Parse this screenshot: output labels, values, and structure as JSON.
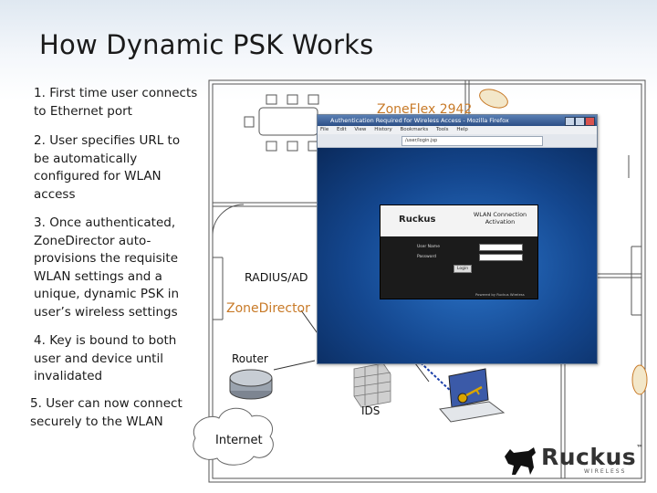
{
  "slide": {
    "title": "How Dynamic PSK Works"
  },
  "steps": [
    {
      "num": "1.",
      "text": "First time user connects\nto Ethernet port"
    },
    {
      "num": "2.",
      "text": "User specifies URL to\nbe automatically\nconfigured for WLAN\naccess"
    },
    {
      "num": "3.",
      "text": "Once authenticated,\nZoneDirector auto-\nprovisions the requisite\nWLAN settings and a\nunique, dynamic PSK in\nuser’s wireless settings"
    },
    {
      "num": "4.",
      "text": "Key is bound to both\nuser and device until\ninvalidated"
    },
    {
      "num": "5.",
      "text": "User can now connect\nsecurely to the WLAN"
    }
  ],
  "diagram": {
    "zoneflex_label": "ZoneFlex 2942",
    "radius_label": "RADIUS/AD",
    "zonedirector_label": "ZoneDirector",
    "router_label": "Router",
    "ids_label": "IDS",
    "internet_label": "Internet"
  },
  "browser": {
    "window_title": "Authentication Required for Wireless Access - Mozilla Firefox",
    "menu": [
      "File",
      "Edit",
      "View",
      "History",
      "Bookmarks",
      "Tools",
      "Help"
    ],
    "url": "/user/login.jsp",
    "brand": "Ruckus",
    "heading": "WLAN Connection Activation",
    "username_label": "User Name",
    "password_label": "Password",
    "login_button": "Login",
    "footer": "Powered by Ruckus Wireless"
  },
  "logo": {
    "brand": "Ruckus",
    "sub": "WIRELESS",
    "tm": "™"
  },
  "colors": {
    "accent_orange": "#c87a28",
    "title_text": "#1a1a1a",
    "browser_blue": "#14478f",
    "wall": "#555555"
  },
  "icons": [
    "router-icon",
    "firewall-icon",
    "laptop-icon",
    "key-icon",
    "cloud-icon",
    "access-point-icon",
    "ruckus-dog-logo"
  ]
}
